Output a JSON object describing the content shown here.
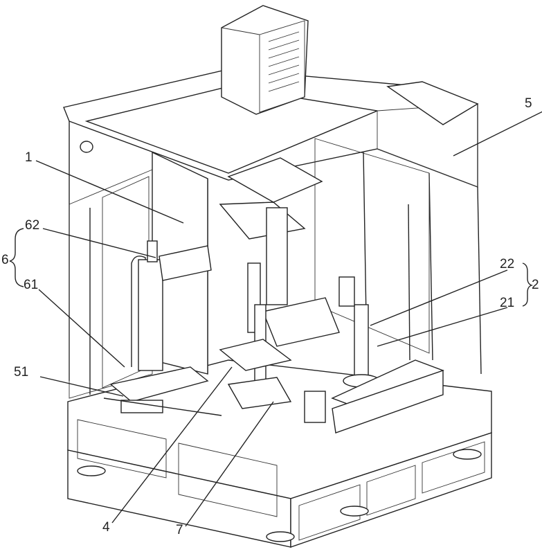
{
  "figure": {
    "labels": {
      "l1": "1",
      "l62": "62",
      "l6": "6",
      "l61": "61",
      "l51": "51",
      "l5": "5",
      "l22": "22",
      "l2": "2",
      "l21": "21",
      "l4": "4",
      "l7": "7"
    }
  }
}
